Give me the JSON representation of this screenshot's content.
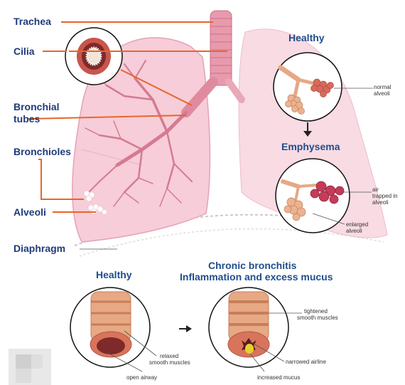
{
  "labels": {
    "trachea": "Trachea",
    "cilia": "Cilia",
    "bronchial_tubes_line1": "Bronchial",
    "bronchial_tubes_line2": "tubes",
    "bronchioles": "Bronchioles",
    "alveoli": "Alveoli",
    "diaphragm": "Diaphragm"
  },
  "emphysema_panel": {
    "healthy_title": "Healthy",
    "emphysema_title": "Emphysema",
    "normal_alveoli_line1": "normal",
    "normal_alveoli_line2": "alveoli",
    "air_trapped_line1": "air",
    "air_trapped_line2": "trapped in",
    "air_trapped_line3": "alveoli",
    "enlarged_line1": "enlarged",
    "enlarged_line2": "alveoli"
  },
  "bronchitis_panel": {
    "healthy_title": "Healthy",
    "title_line1": "Chronic bronchitis",
    "title_line2": "Inflammation and excess mucus",
    "relaxed_line1": "relaxed",
    "relaxed_line2": "smooth muscles",
    "open_airway": "open airway",
    "tightened_line1": "tightened",
    "tightened_line2": "smooth muscles",
    "narrowed_airline": "narrowed airline",
    "increased_mucus": "increased mucus"
  },
  "colors": {
    "label_blue": "#1f3b7a",
    "leader_orange": "#e8652b",
    "lung_pink": "#f6cdd8",
    "airway_pink": "#e89aac",
    "alveoli_orange": "#e7a884",
    "emphysema_red": "#c43c5a"
  }
}
